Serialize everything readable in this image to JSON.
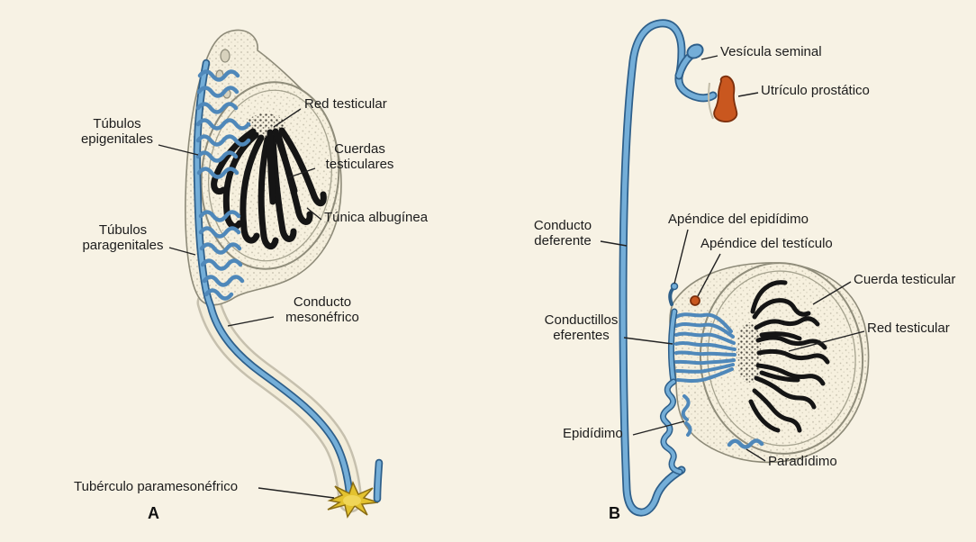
{
  "panel_a": {
    "letter": "A",
    "labels": {
      "tubulos_epigenitales": "Túbulos epigenitales",
      "red_testicular": "Red testicular",
      "cuerdas_testiculares": "Cuerdas testiculares",
      "tunica_albuginea": "Túnica albugínea",
      "tubulos_paragenitales": "Túbulos paragenitales",
      "conducto_mesonefrico": "Conducto mesonéfrico",
      "tuberculo_paramesonefrico": "Tubérculo paramesonéfrico"
    }
  },
  "panel_b": {
    "letter": "B",
    "labels": {
      "vesicula_seminal": "Vesícula seminal",
      "utriculo_prostatico": "Utrículo prostático",
      "conducto_deferente": "Conducto deferente",
      "apendice_epididimo": "Apéndice del epidídimo",
      "apendice_testiculo": "Apéndice del testículo",
      "cuerda_testicular": "Cuerda testicular",
      "red_testicular": "Red testicular",
      "conductillos_eferentes": "Conductillos eferentes",
      "epididimo": "Epidídimo",
      "paradidimo": "Paradídimo"
    }
  },
  "colors": {
    "paper_bg": "#f7f2e4",
    "duct_blue": "#74aed8",
    "duct_dark": "#2e5f8a",
    "cord_black": "#151515",
    "organ_fill": "#f5efdd",
    "organ_outline": "#8d8a78",
    "tubercle_yellow": "#e3c22f",
    "tubercle_dark": "#8a6d14",
    "utricle_orange": "#c9571f",
    "utricle_dark": "#7c2f0c",
    "label_color": "#1c1c1c"
  }
}
